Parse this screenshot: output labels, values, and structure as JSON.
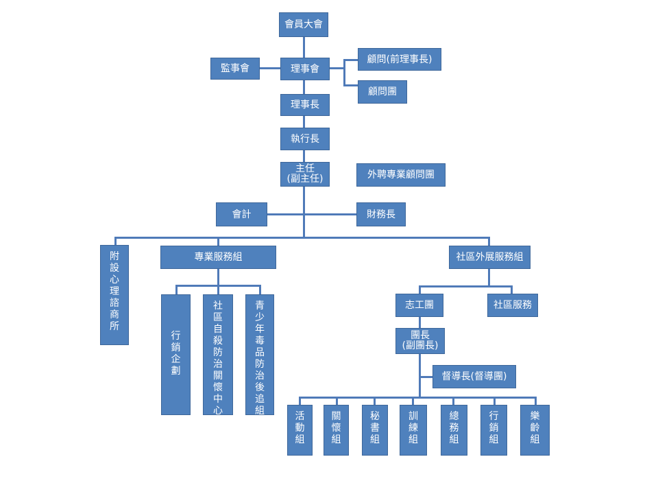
{
  "colors": {
    "box_fill": "#4F81BD",
    "box_border": "#3D6699",
    "connector": "#4F7AB8",
    "text": "#FFFFFF"
  },
  "nodes": {
    "general_assembly": "會員大會",
    "supervisors": "監事會",
    "board": "理事會",
    "advisor_former_chair": "顧問(前理事長)",
    "advisory_group": "顧問團",
    "chairman": "理事長",
    "ceo": "執行長",
    "director": "主任\n(副主任)",
    "external_consultants": "外聘專業顧問團",
    "accounting": "會計",
    "treasurer": "財務長",
    "counseling_office": "附\n設\n心\n理\n諮\n商\n所",
    "professional_services": "專業服務組",
    "community_outreach": "社區外展服務組",
    "marketing_planning": "行\n銷\n企\n劃",
    "suicide_prevention_center": "社\n區\n自\n殺\n防\n治\n關\n懷\n中\n心",
    "youth_drug_prevention": "青\n少\n年\n毒\n品\n防\n治\n後\n追\n組",
    "volunteer_corps": "志工團",
    "community_service": "社區服務",
    "corps_leader": "團長\n(副團長)",
    "supervisor_leader": "督導長(督導團)",
    "activity_group": "活\n動\n組",
    "care_group": "關\n懷\n組",
    "secretary_group": "秘\n書\n組",
    "training_group": "訓\n練\n組",
    "general_affairs_group": "總\n務\n組",
    "marketing_group": "行\n銷\n組",
    "senior_group": "樂\n齡\n組"
  }
}
